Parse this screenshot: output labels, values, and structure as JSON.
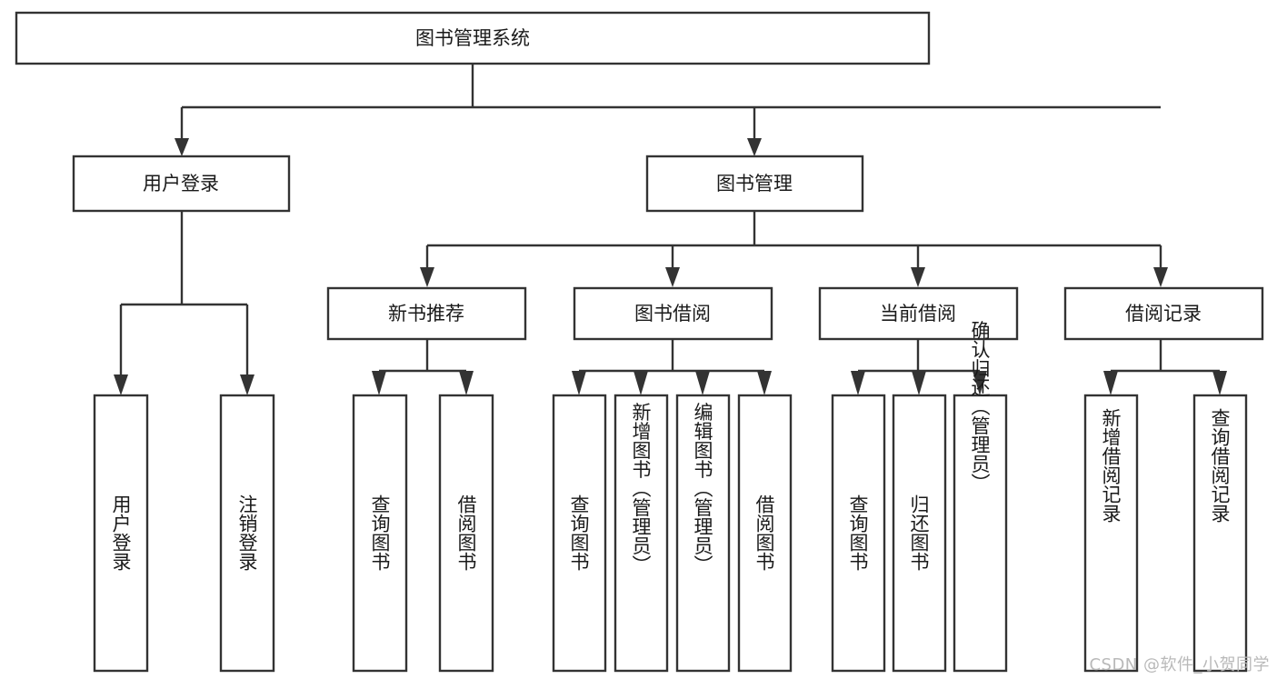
{
  "diagram": {
    "type": "tree",
    "title": "图书管理系统",
    "watermark": "CSDN @软件_小贺同学",
    "colors": {
      "box_stroke": "#333333",
      "box_fill": "#ffffff",
      "connector": "#333333",
      "text": "#1a1a1a",
      "watermark": "#b9b9b9",
      "background": "#ffffff"
    },
    "levels": {
      "root": "图书管理系统",
      "level2": [
        "用户登录",
        "图书管理"
      ],
      "level3": [
        "新书推荐",
        "图书借阅",
        "当前借阅",
        "借阅记录"
      ],
      "leaves": [
        "用户登录",
        "注销登录",
        "查询图书",
        "借阅图书",
        "查询图书",
        "新增图书（管理员）",
        "编辑图书（管理员）",
        "借阅图书",
        "查询图书",
        "归还图书",
        "确认归还（管理员）",
        "新增借阅记录",
        "查询借阅记录"
      ]
    },
    "nodes": {
      "root": {
        "label": "图书管理系统"
      },
      "user_login": {
        "label": "用户登录"
      },
      "book_manage": {
        "label": "图书管理"
      },
      "new_book_rec": {
        "label": "新书推荐"
      },
      "book_borrow": {
        "label": "图书借阅"
      },
      "current_borrow": {
        "label": "当前借阅"
      },
      "borrow_record": {
        "label": "借阅记录"
      },
      "leaf_user_login": {
        "label": "用户登录"
      },
      "leaf_logout": {
        "label": "注销登录"
      },
      "leaf_query_book_1": {
        "label": "查询图书"
      },
      "leaf_borrow_book_1": {
        "label": "借阅图书"
      },
      "leaf_query_book_2": {
        "label": "查询图书"
      },
      "leaf_add_book_admin": {
        "label": "新增图书（管理员）"
      },
      "leaf_edit_book_admin": {
        "label": "编辑图书（管理员）"
      },
      "leaf_borrow_book_2": {
        "label": "借阅图书"
      },
      "leaf_query_book_3": {
        "label": "查询图书"
      },
      "leaf_return_book": {
        "label": "归还图书"
      },
      "leaf_confirm_return_admin": {
        "label": "确认归还（管理员）"
      },
      "leaf_add_borrow_record": {
        "label": "新增借阅记录"
      },
      "leaf_query_borrow_record": {
        "label": "查询借阅记录"
      }
    },
    "edges": [
      {
        "from": "图书管理系统",
        "to": "用户登录"
      },
      {
        "from": "图书管理系统",
        "to": "图书管理"
      },
      {
        "from": "用户登录",
        "to": "用户登录"
      },
      {
        "from": "用户登录",
        "to": "注销登录"
      },
      {
        "from": "图书管理",
        "to": "新书推荐"
      },
      {
        "from": "图书管理",
        "to": "图书借阅"
      },
      {
        "from": "图书管理",
        "to": "当前借阅"
      },
      {
        "from": "图书管理",
        "to": "借阅记录"
      },
      {
        "from": "新书推荐",
        "to": "查询图书"
      },
      {
        "from": "新书推荐",
        "to": "借阅图书"
      },
      {
        "from": "图书借阅",
        "to": "查询图书"
      },
      {
        "from": "图书借阅",
        "to": "新增图书（管理员）"
      },
      {
        "from": "图书借阅",
        "to": "编辑图书（管理员）"
      },
      {
        "from": "图书借阅",
        "to": "借阅图书"
      },
      {
        "from": "当前借阅",
        "to": "查询图书"
      },
      {
        "from": "当前借阅",
        "to": "归还图书"
      },
      {
        "from": "当前借阅",
        "to": "确认归还（管理员）"
      },
      {
        "from": "借阅记录",
        "to": "新增借阅记录"
      },
      {
        "from": "借阅记录",
        "to": "查询借阅记录"
      }
    ]
  }
}
